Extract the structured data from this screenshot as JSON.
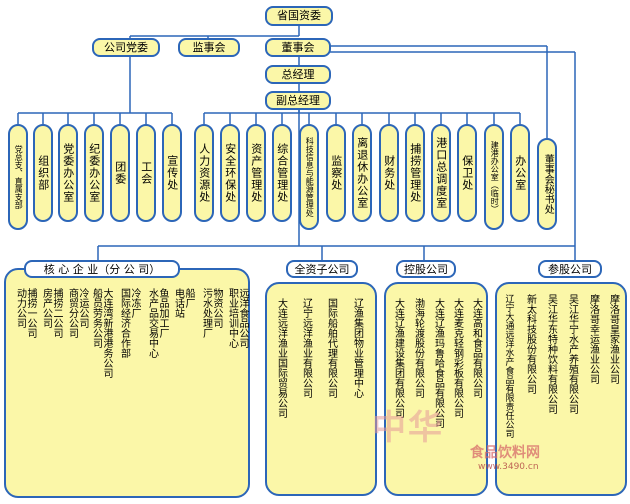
{
  "top": {
    "sasac": "省国资委",
    "party": "公司党委",
    "supervisory": "监事会",
    "board": "董事会",
    "gm": "总经理",
    "dgm": "副总经理"
  },
  "party_units": [
    "党总支、直属支部",
    "组织部",
    "党委办公室",
    "纪委办公室",
    "团委",
    "工会",
    "宣传处"
  ],
  "depts": [
    "人力资源处",
    "安全环保处",
    "资产管理处",
    "综合管理处",
    "科技信息与能源管理处",
    "监察处",
    "离退休办公室",
    "财务处",
    "捕捞管理处",
    "港口总调度室",
    "保卫处",
    "建港办公室（临时）",
    "办公室"
  ],
  "board_secretary": "董事会秘书处",
  "groups": {
    "core": {
      "title": "核 心 企 业（分 公 司）",
      "columns": [
        [
          "捕捞一公司",
          "动力公司"
        ],
        [
          "捕捞二公司",
          "房产公司"
        ],
        [
          "冷运公司",
          "商贸分公司"
        ],
        [
          "大连湾新港港务公司",
          "船员劳务公司"
        ],
        [
          "冷冻厂",
          "国际经济合作部"
        ],
        [
          "鱼品加工厂",
          "水产品交易中心"
        ],
        [
          "船厂",
          "电话站"
        ],
        [
          "物资公司",
          "污水处理厂"
        ],
        [
          "远洋食品公司",
          "职业培训中心"
        ]
      ]
    },
    "sub": {
      "title": "全资子公司",
      "columns": [
        "大连远洋渔业国际贸易公司",
        "辽宁远洋渔业有限公司",
        "国际船舶代理有限公司",
        "辽渔集团物业管理中心"
      ]
    },
    "holding": {
      "title": "控股公司",
      "columns": [
        "大连辽渔建设集团有限公司",
        "渤海轮渡股份有限公司",
        "大连辽渔玛鲁哈食品有限公司",
        "大连麦克轻钢彩板有限公司",
        "大连高和食品有限公司"
      ]
    },
    "equity": {
      "title": "参股公司",
      "columns": [
        "辽宁大通远洋水产食品有限责任公司",
        "新太科技股份有限公司",
        "吴江华东特种饮料有限公司",
        "吴江华宁水产养殖有限公司",
        "摩洛哥幸运渔业公司",
        "摩洛哥皇家渔业公司"
      ]
    }
  },
  "watermark": {
    "main": "中华",
    "brand": "食品饮料网",
    "url": "www.3490.cn"
  },
  "colors": {
    "box_fill": "#fbf7a8",
    "border": "#2c66b8"
  }
}
